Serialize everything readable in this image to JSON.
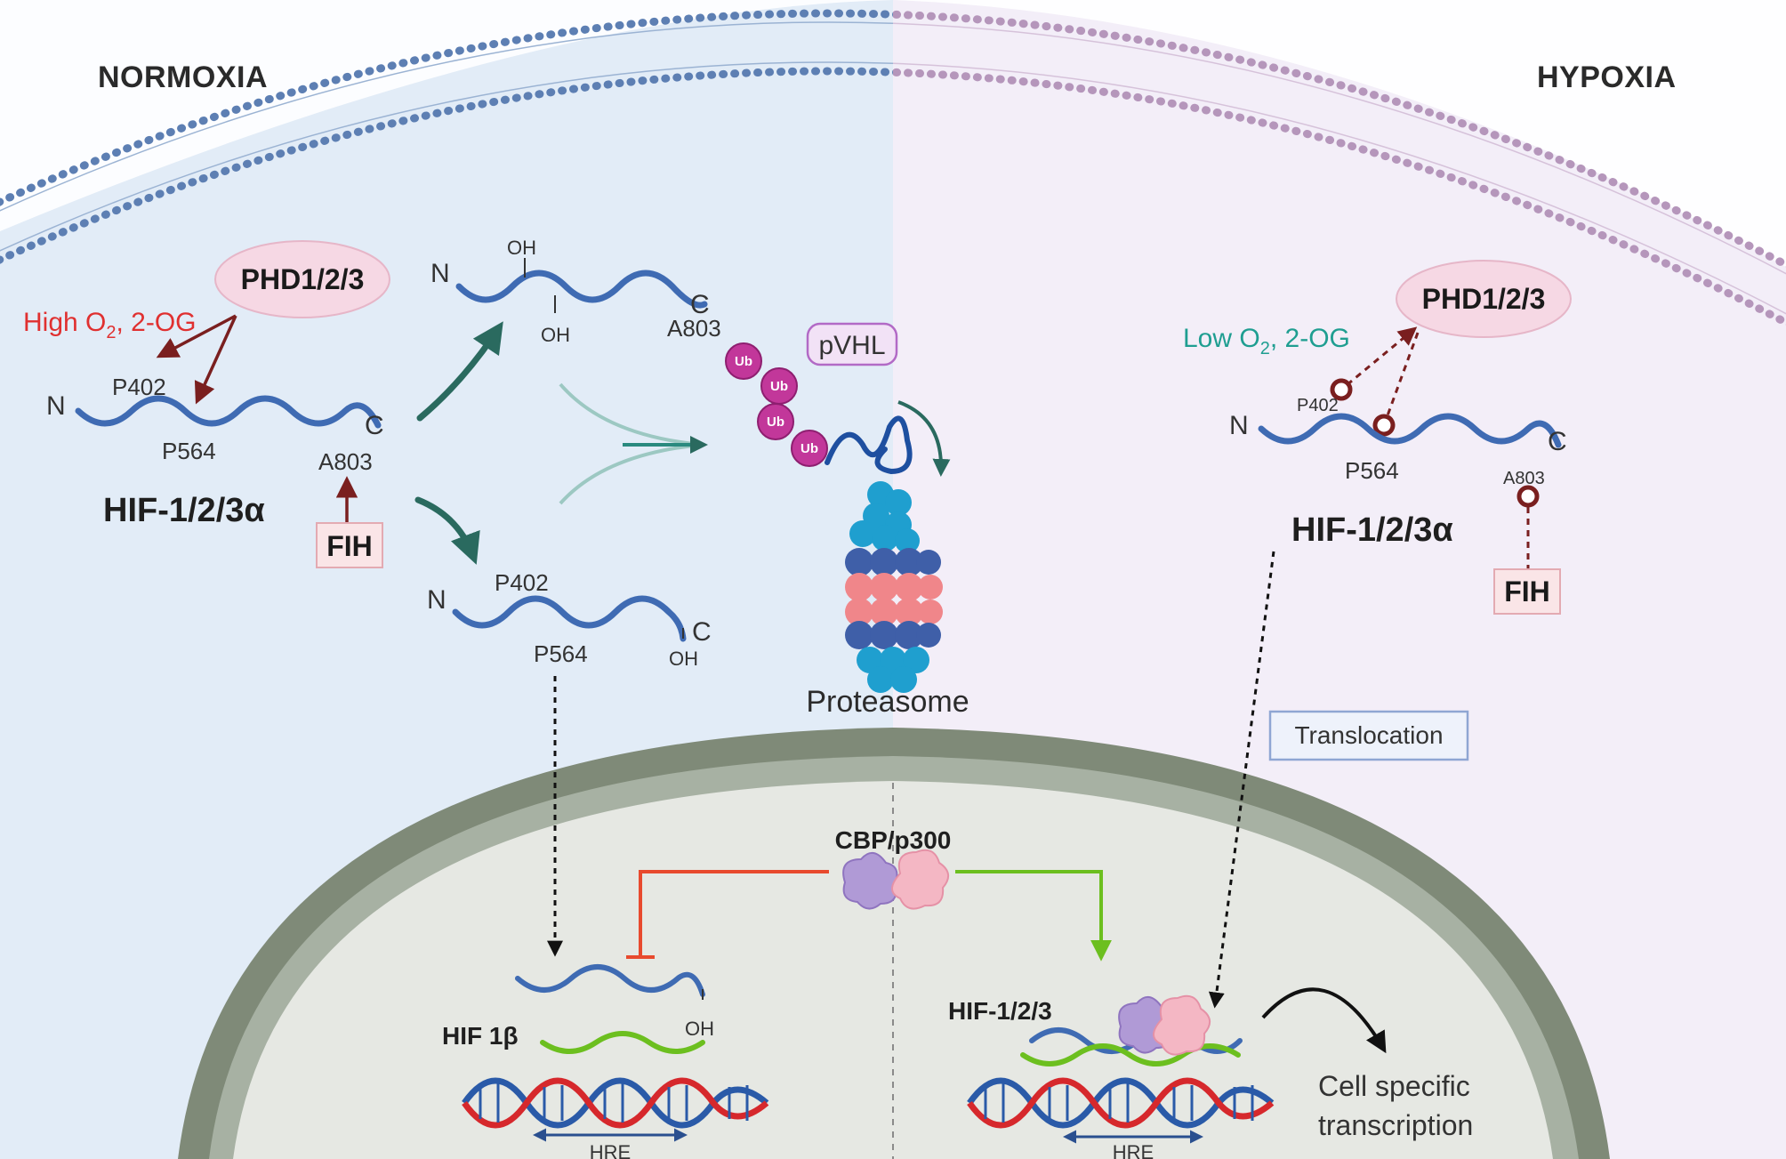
{
  "headings": {
    "normoxia": "NORMOXIA",
    "hypoxia": "HYPOXIA"
  },
  "normoxia": {
    "phd": "PHD1/2/3",
    "o2_prefix": "High O",
    "o2_sub": "2",
    "o2_suffix": ", 2-OG",
    "hif": {
      "n": "N",
      "c": "C",
      "p402": "P402",
      "p564": "P564",
      "a803": "A803",
      "label": "HIF-1/2/3α"
    },
    "fih": "FIH",
    "top": {
      "n": "N",
      "c": "C",
      "oh1": "OH",
      "oh2": "OH",
      "a803": "A803"
    },
    "pvhl": "pVHL",
    "ub": "Ub",
    "proteasome": "Proteasome",
    "bottom": {
      "n": "N",
      "c": "C",
      "p402": "P402",
      "p564": "P564",
      "oh": "OH"
    }
  },
  "hypoxia": {
    "phd": "PHD1/2/3",
    "o2_prefix": "Low O",
    "o2_sub": "2",
    "o2_suffix": ", 2-OG",
    "hif": {
      "n": "N",
      "c": "C",
      "p402": "P402",
      "p564": "P564",
      "a803": "A803",
      "label": "HIF-1/2/3α"
    },
    "fih": "FIH",
    "translocation": "Translocation"
  },
  "nucleus": {
    "cbp": "CBP/p300",
    "normoxia": {
      "oh": "OH",
      "hif1b": "HIF 1β",
      "hre": "HRE"
    },
    "hypoxia": {
      "hif": "HIF-1/2/3",
      "hre": "HRE",
      "transcription_line1": "Cell specific",
      "transcription_line2": "transcription"
    }
  },
  "colors": {
    "normoxia_background": "#e2ecf7",
    "hypoxia_background": "#f3eef8",
    "hif_alpha": "#3f6bb3",
    "hif_beta": "#6cbf1f",
    "ubiquitin": "#c2379a",
    "inhibition": "#e84a2e",
    "enzyme_arrow": "#7a1f1f",
    "high_o2_text": "#e03030",
    "low_o2_text": "#1f9e91"
  },
  "icons": [
    "ubiquitin-icon",
    "proteasome-icon",
    "dna-helix-icon",
    "cbp-p300-protein-icon"
  ]
}
